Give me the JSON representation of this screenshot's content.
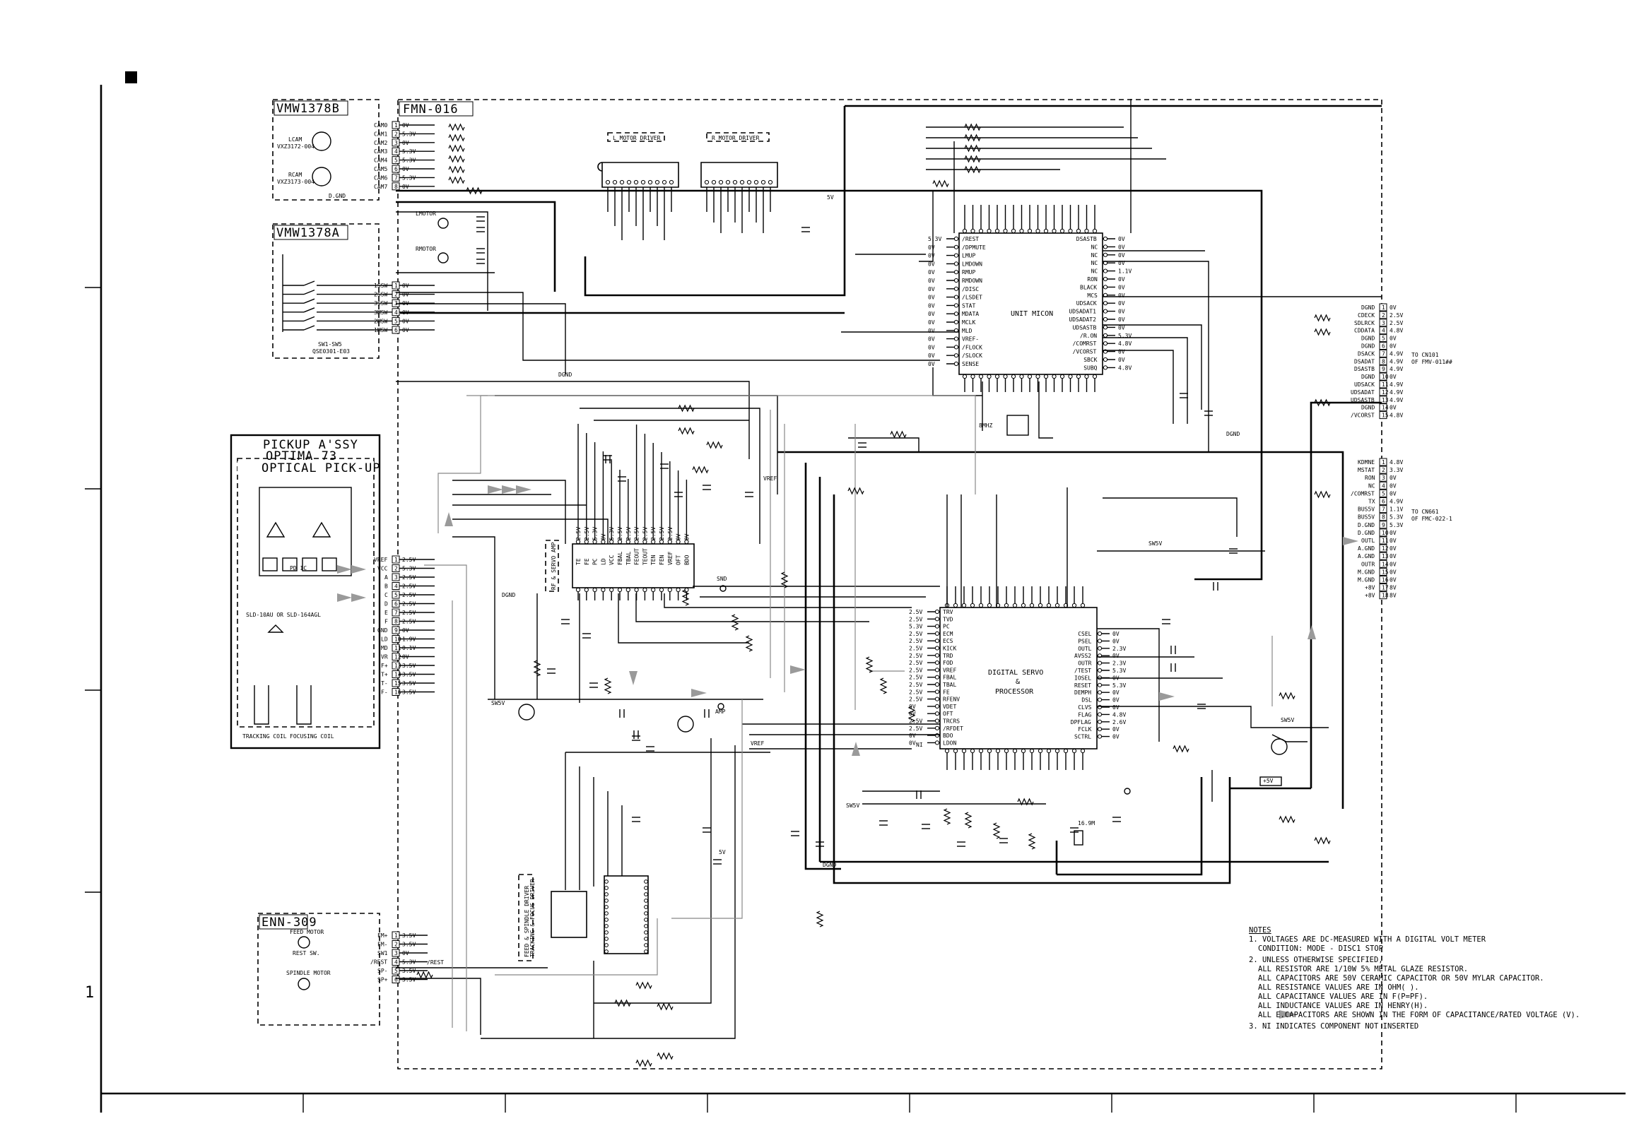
{
  "blocks": {
    "vmw1378b": "VMW1378B",
    "vmw1378a": "VMW1378A",
    "fmn016": "FMN-016",
    "pickup": "PICKUP A'SSY",
    "optima": "OPTIMA 73",
    "optical": "OPTICAL PICK-UP",
    "enn309": "ENN-309"
  },
  "labels": {
    "lcam_name": "LCAM",
    "lcam_part": "VXZ3172-004",
    "rcam_name": "RCAM",
    "rcam_part": "VXZ3173-004",
    "dgnd_short": "D.GND",
    "sw_part": "SW1-SW5",
    "sw_code": "QSE0301-E03",
    "l_motor_driver": "L MOTOR DRIVER",
    "r_motor_driver": "R MOTOR DRIVER",
    "lmotor": "LMOTOR",
    "rmotor": "RMOTOR",
    "unit_micon": "UNIT MICON",
    "digital_servo": "DIGITAL SERVO",
    "amp": "&",
    "processor": "PROCESSOR",
    "rf_servo_amp": "RF & SERVO AMP",
    "spindle_driver": "FEED & SPINDLE DRIVER",
    "tracking_driver": "TRACKING & FOCUS DRIVER",
    "pd_ic": "PD IC",
    "sld": "SLD-10AU OR SLD-164AGL",
    "tracking_coil": "TRACKING COIL",
    "focusing_coil": "FOCUSING COIL",
    "feed_motor": "FEED MOTOR",
    "rest_sw": "REST SW.",
    "spindle_motor": "SPINDLE MOTOR",
    "dgnd": "DGND",
    "sw5v": "SW5V",
    "vref": "VREF",
    "v5": "5V",
    "vplus5": "+5V",
    "amp_tp": "AMP",
    "snd": "SND",
    "rest": "/REST",
    "to_cn101": "TO CN101",
    "of_fmv": "OF FMV-011##",
    "to_cn661": "TO CN661",
    "of_fmc": "OF FMC-022-1",
    "x16m": "16.9M",
    "x8m": "8MHZ",
    "ni": "NI"
  },
  "lcam_pins": [
    "CAM0",
    "CAM1",
    "CAM2",
    "CAM3",
    "CAM4",
    "CAM5",
    "CAM6",
    "CAM7"
  ],
  "lcam_volts": [
    "0V",
    "5.3V",
    "0V",
    "5.3V",
    "5.3V",
    "0V",
    "5.3V",
    "0V"
  ],
  "sw_pins": [
    "1SSW",
    "2SSW",
    "3SSW",
    "3MSW",
    "2MSW",
    "1MSW"
  ],
  "sw_volts": [
    "0V",
    "0V",
    "0V",
    "0V",
    "0V",
    "0V"
  ],
  "pickup_pins": [
    "VREF",
    "VCC",
    "A",
    "B",
    "C",
    "D",
    "E",
    "F",
    "GND",
    "LD",
    "MD",
    "VR",
    "F+",
    "T+",
    "T-",
    "F-"
  ],
  "pickup_volts": [
    "2.5V",
    "5.3V",
    "2.5V",
    "2.5V",
    "2.5V",
    "2.5V",
    "2.5V",
    "2.5V",
    "0V",
    "1.9V",
    "0.1V",
    "0V",
    "3.5V",
    "3.5V",
    "3.5V",
    "3.5V"
  ],
  "enn_pins": [
    "FM+",
    "FM-",
    "SW1",
    "/REST",
    "SP-",
    "SP+"
  ],
  "enn_volts": [
    "3.5V",
    "3.5V",
    "0V",
    "5.3V",
    "3.5V",
    "3.5V"
  ],
  "micon_left_pins": [
    "/REST",
    "/DPMUTE",
    "LMUP",
    "LMDOWN",
    "RMUP",
    "RMDOWN",
    "/DISC",
    "/LSDET",
    "STAT",
    "MDATA",
    "MCLK",
    "MLD",
    "VREF-",
    "/FLOCK",
    "/SLOCK",
    "SENSE"
  ],
  "micon_left_volts": [
    "5.3V",
    "0V",
    "0V",
    "0V",
    "0V",
    "0V",
    "0V",
    "0V",
    "0V",
    "0V",
    "0V",
    "0V",
    "0V",
    "0V",
    "0V",
    "0V"
  ],
  "micon_right_pins": [
    "DSASTB",
    "NC",
    "NC",
    "NC",
    "NC",
    "RON",
    "BLACK",
    "MCS",
    "UDSACK",
    "UDSADAT1",
    "UDSADAT2",
    "UDSASTB",
    "/R.ON",
    "/COMRST",
    "/VCORST",
    "SBCK",
    "SUBQ"
  ],
  "micon_right_volts": [
    "0V",
    "0V",
    "0V",
    "0V",
    "1.1V",
    "0V",
    "0V",
    "0V",
    "0V",
    "0V",
    "0V",
    "0V",
    "5.3V",
    "4.8V",
    "0V",
    "0V",
    "4.8V"
  ],
  "cn101_pins": [
    "DGND",
    "CDECK",
    "SDLRCK",
    "CDDATA",
    "DGND",
    "DGND",
    "DSACK",
    "DSADAT",
    "DSASTB",
    "DGND",
    "UDSACK",
    "UDSADAT",
    "UDSASTB",
    "DGND",
    "/VCORST"
  ],
  "cn101_volts": [
    "0V",
    "2.5V",
    "2.5V",
    "4.8V",
    "0V",
    "0V",
    "4.9V",
    "4.9V",
    "4.9V",
    "0V",
    "4.9V",
    "4.9V",
    "4.9V",
    "0V",
    "4.8V"
  ],
  "cn661_pins": [
    "KDMNE",
    "MSTAT",
    "RON",
    "NC",
    "/COMRST",
    "TX",
    "BUS5V",
    "BUS5V",
    "D.GND",
    "D.GND",
    "OUTL",
    "A.GND",
    "A.GND",
    "OUTR",
    "M.GND",
    "M.GND",
    "+8V",
    "+8V"
  ],
  "cn661_volts": [
    "4.8V",
    "3.3V",
    "0V",
    "0V",
    "0V",
    "4.9V",
    "1.1V",
    "5.3V",
    "5.3V",
    "0V",
    "0V",
    "0V",
    "0V",
    "0V",
    "0V",
    "0V",
    "8V",
    "8V"
  ],
  "dsp_left_pins": [
    "TRV",
    "TVD",
    "PC",
    "ECM",
    "ECS",
    "KICK",
    "TRD",
    "FOD",
    "VREF",
    "FBAL",
    "TBAL",
    "FE",
    "RFENV",
    "VDET",
    "OFT",
    "TRCRS",
    "/RFDET",
    "BDO",
    "LDON"
  ],
  "dsp_left_volts": [
    "2.5V",
    "2.5V",
    "5.3V",
    "2.5V",
    "2.5V",
    "2.5V",
    "2.5V",
    "2.5V",
    "2.5V",
    "2.5V",
    "2.5V",
    "2.5V",
    "2.5V",
    "0V",
    "0V",
    "2.5V",
    "2.5V",
    "0V",
    "0V"
  ],
  "dsp_right_pins": [
    "CSEL",
    "PSEL",
    "OUTL",
    "AVSS2",
    "OUTR",
    "/TEST",
    "IOSEL",
    "RESET",
    "DEMPH",
    "DSL",
    "CLVS",
    "FLAG",
    "DPFLAG",
    "FCLK",
    "SCTRL"
  ],
  "dsp_right_volts": [
    "0V",
    "0V",
    "2.3V",
    "0V",
    "2.3V",
    "5.3V",
    "0V",
    "5.3V",
    "0V",
    "0V",
    "0V",
    "4.8V",
    "2.6V",
    "0V",
    "0V"
  ],
  "rf_top_pins": [
    "TE",
    "FE",
    "PC",
    "LD",
    "VCC",
    "FBAL",
    "TBAL",
    "FEOUT",
    "TEOUT",
    "TEN",
    "FEN",
    "VREF",
    "OFT",
    "BDO"
  ],
  "rf_top_volts": [
    "2.5V",
    "2.5V",
    "5.3V",
    "0V",
    "5.3V",
    "2.5V",
    "2.5V",
    "2.5V",
    "2.5V",
    "2.5V",
    "2.5V",
    "2.5V",
    "0V",
    "0V"
  ],
  "notes": {
    "title": "NOTES",
    "n1": "1. VOLTAGES ARE DC-MEASURED WITH A DIGITAL VOLT METER",
    "n1b": "CONDITION: MODE - DISC1 STOP",
    "n2": "2. UNLESS OTHERWISE SPECIFIED,",
    "n2a": "ALL RESISTOR ARE 1/10W 5% METAL GLAZE RESISTOR.",
    "n2b": "ALL CAPACITORS ARE 50V CERAMIC CAPACITOR OR 50V MYLAR CAPACITOR.",
    "n2c": "ALL RESISTANCE VALUES ARE IN OHM( ).",
    "n2d": "ALL CAPACITANCE VALUES ARE IN F(P=PF).",
    "n2e": "ALL INDUCTANCE VALUES ARE IN HENRY(H).",
    "n2f": "ALL E.CAPACITORS ARE SHOWN IN THE FORM OF CAPACITANCE/RATED VOLTAGE (V).",
    "n3": "3. NI INDICATES COMPONENT NOT INSERTED"
  },
  "margin": {
    "row_label": "1"
  },
  "colors": {
    "line": "#000000",
    "arrow": "#9a9a9a"
  }
}
